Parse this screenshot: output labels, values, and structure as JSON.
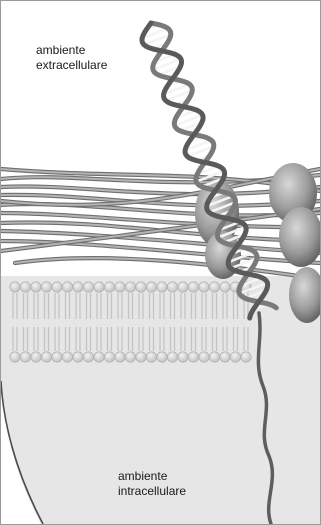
{
  "labels": {
    "extracellular_line1": "ambiente",
    "extracellular_line2": "extracellulare",
    "intracellular_line1": "ambiente",
    "intracellular_line2": "intracellulare"
  },
  "colors": {
    "frame_border": "#9a9a9a",
    "cytoplasm_fill": "#e6e6e6",
    "cell_membrane_outline": "#4a4a4a",
    "lipid_head": "#d4d4d4",
    "lipid_tail": "#bdbdbd",
    "dna_strand": "#6e6e6e",
    "dna_rung": "#f2f2f2",
    "fiber": "#8a8a8a",
    "protein": "#9c9c9c"
  }
}
